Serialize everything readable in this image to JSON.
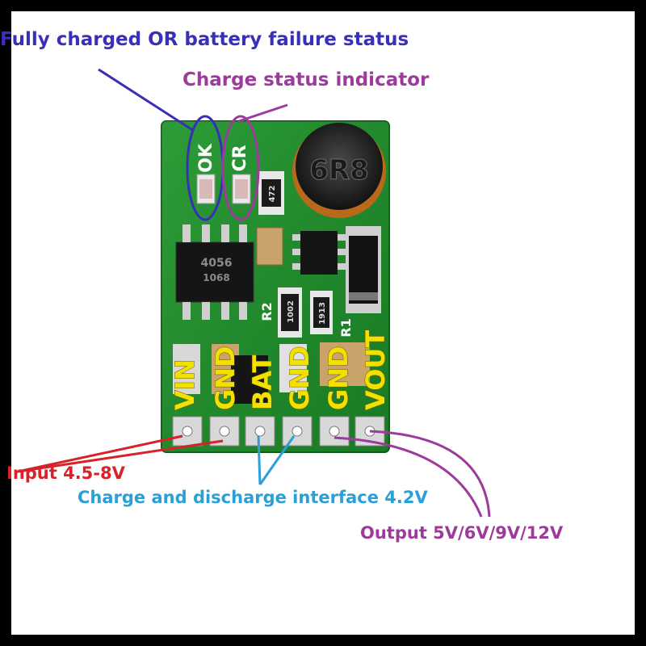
{
  "annotations": {
    "fully_charged": "Fully charged OR battery failure status",
    "charge_status": "Charge status indicator",
    "input": "Input 4.5-8V",
    "interface": "Charge and discharge interface 4.2V",
    "output": "Output 5V/6V/9V/12V"
  },
  "board": {
    "led_labels": [
      "OK",
      "CR"
    ],
    "pin_labels": [
      "VIN",
      "GND",
      "BAT",
      "GND",
      "GND",
      "VOUT"
    ],
    "inductor_code": "6R8",
    "resistor_labels": [
      "R2",
      "R1"
    ],
    "chip_marking": [
      "4056",
      "1068"
    ],
    "smd_codes": [
      "472",
      "1002",
      "1913"
    ]
  },
  "colors": {
    "fully_charged": "#3a2fb8",
    "charge_status": "#9c3b9c",
    "input": "#d8222a",
    "interface": "#2a9fd8",
    "output": "#9c3b9c",
    "pcb": "#1f8a2a",
    "pin_text": "#f2e000"
  }
}
